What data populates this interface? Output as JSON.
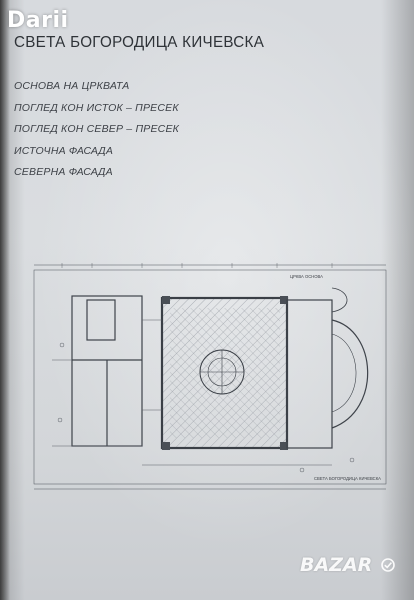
{
  "watermark": {
    "top": "Darii",
    "bottom": "BAZAR"
  },
  "page": {
    "title": "СВЕТА БОГОРОДИЦА КИЧЕВСКА",
    "contents": [
      "ОСНОВА НА ЦРКВАТА",
      "ПОГЛЕД КОН ИСТОК – ПРЕСЕК",
      "ПОГЛЕД КОН СЕВЕР – ПРЕСЕК",
      "ИСТОЧНА ФАСАДА",
      "СЕВЕРНА ФАСАДА"
    ]
  },
  "drawing": {
    "label_top": "ЦРКВА ОСНОВА",
    "label_bottom": "СВЕТА БОГОРОДИЦА КИЧЕВСКА"
  },
  "icons": {
    "watermark_icon": "check-circle-icon"
  },
  "colors": {
    "paper": "#d7dade",
    "ink": "#2f3338",
    "watermark": "#ffffff"
  }
}
